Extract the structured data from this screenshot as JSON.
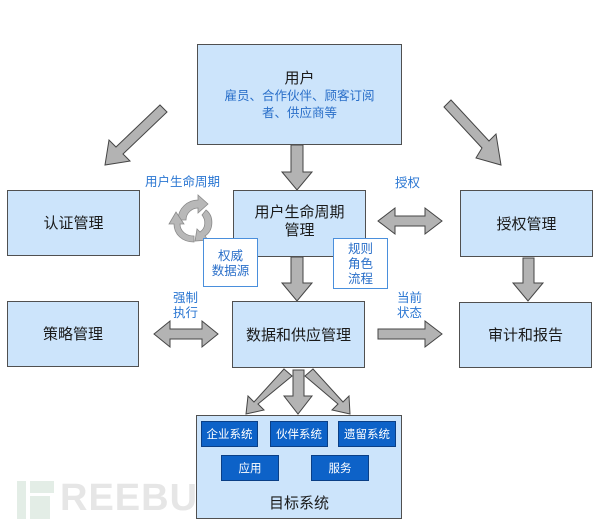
{
  "user_box": {
    "title": "用户",
    "subtitle": "雇员、合作伙伴、顾客订阅者、供应商等"
  },
  "auth_mgmt": {
    "title": "认证管理"
  },
  "lifecycle_mgmt": {
    "title_line1": "用户生命周期",
    "title_line2": "管理"
  },
  "authorization_mgmt": {
    "title": "授权管理"
  },
  "policy_mgmt": {
    "title": "策略管理"
  },
  "data_supply_mgmt": {
    "title": "数据和供应管理"
  },
  "audit_report": {
    "title": "审计和报告"
  },
  "notes": {
    "authority_source": {
      "line1": "权威",
      "line2": "数据源"
    },
    "rules": {
      "line1": "规则",
      "line2": "角色",
      "line3": "流程"
    }
  },
  "labels": {
    "lifecycle": "用户生命周期",
    "authorize": "授权",
    "enforce_line1": "强制",
    "enforce_line2": "执行",
    "current_line1": "当前",
    "current_line2": "状态"
  },
  "target_systems": {
    "title": "目标系统",
    "chips": [
      "企业系统",
      "伙伴系统",
      "遗留系统",
      "应用",
      "服务"
    ]
  },
  "watermark": "REEBUF",
  "colors": {
    "box_fill": "#cce4fb",
    "label_blue": "#2a76d2",
    "chip_blue": "#0d62c8",
    "arrow_gray": "#b3b3b3"
  }
}
